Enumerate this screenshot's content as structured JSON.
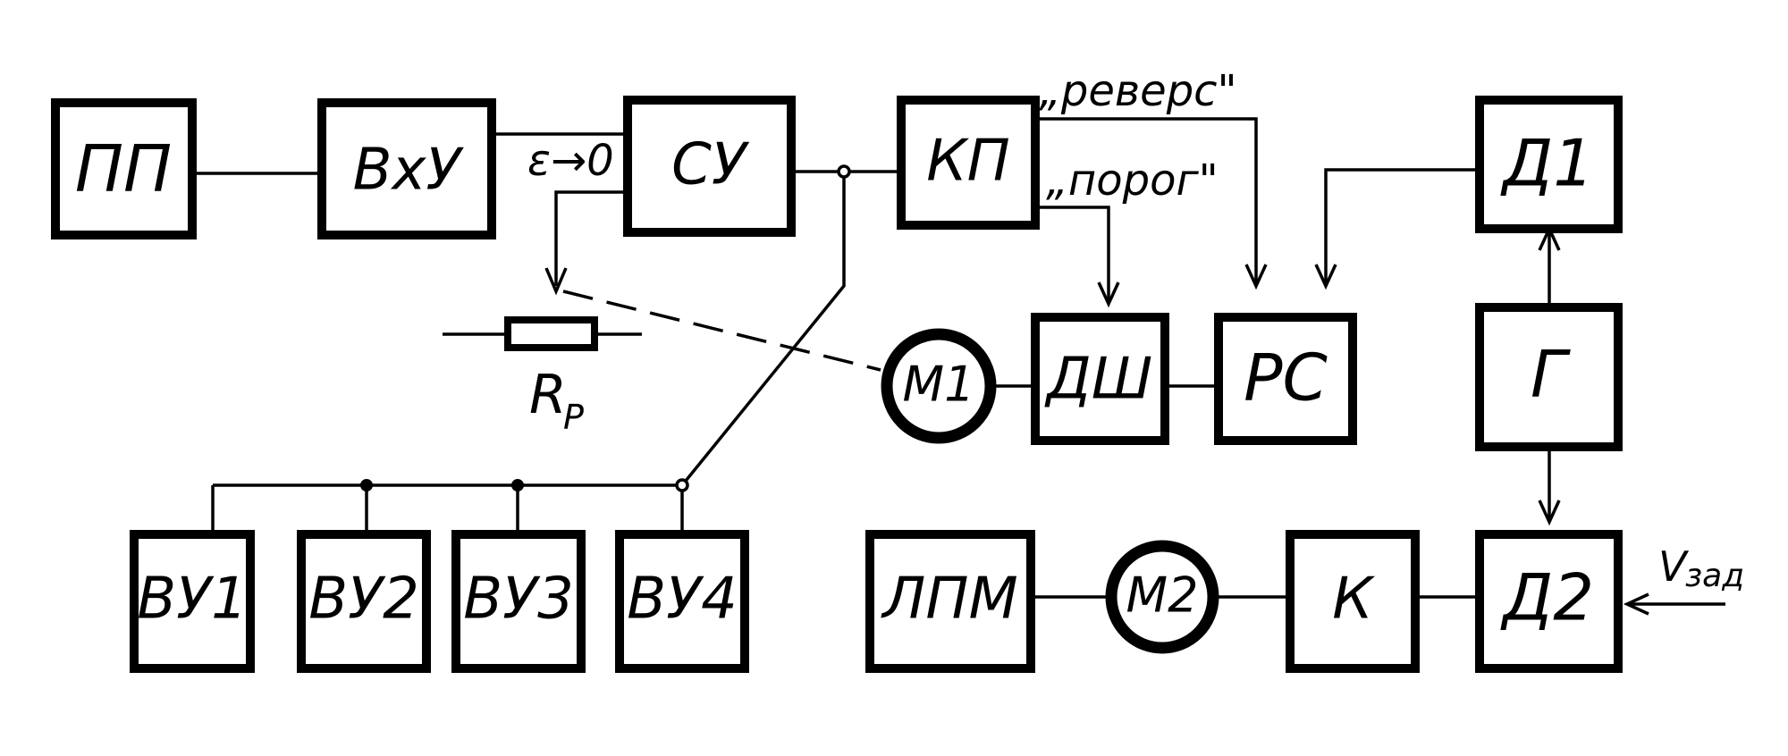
{
  "blocks": {
    "pp": "ПП",
    "vxu": "ВхУ",
    "su": "СУ",
    "kp": "КП",
    "d1": "Д1",
    "dsh": "ДШ",
    "rs": "РС",
    "g": "Г",
    "vu1": "ВУ1",
    "vu2": "ВУ2",
    "vu3": "ВУ3",
    "vu4": "ВУ4",
    "lpm": "ЛПМ",
    "k": "К",
    "d2": "Д2"
  },
  "motors": {
    "m1": "М1",
    "m2": "М2"
  },
  "annotations": {
    "reverse": "„реверс\"",
    "threshold": "„порог\"",
    "epsilon": "ε→0",
    "rp_main": "R",
    "rp_sub": "Р",
    "vzad_main": "V",
    "vzad_sub": "зад"
  }
}
